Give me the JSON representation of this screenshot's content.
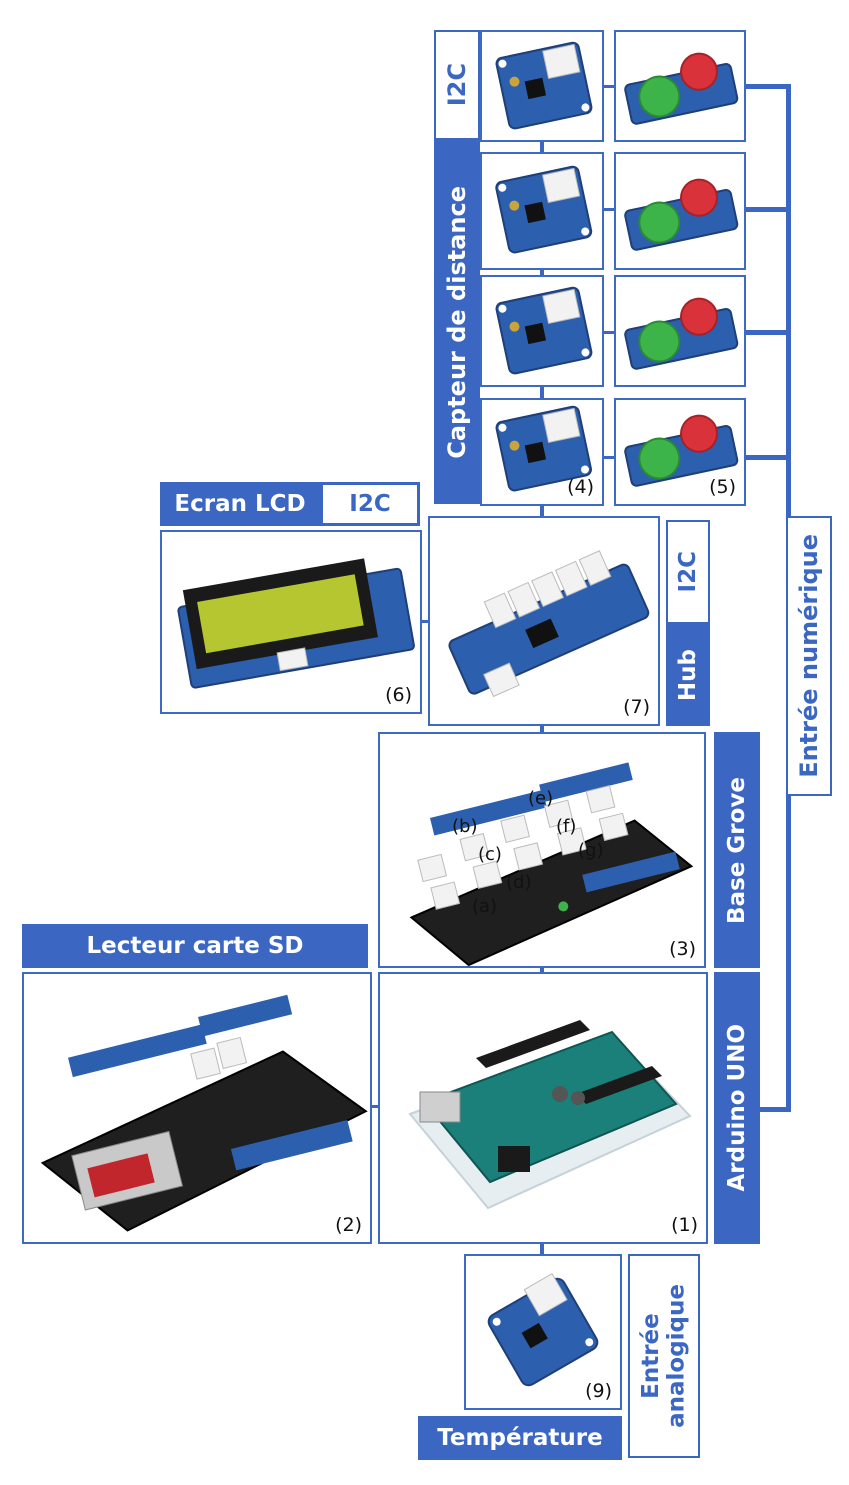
{
  "labels": {
    "i2c_top": "I2C",
    "capteur": "Capteur de distance",
    "ecran_lcd": "Ecran LCD",
    "ecran_i2c": "I2C",
    "hub_i2c": "I2C",
    "hub": "Hub",
    "entree_numerique": "Entrée numérique",
    "base_grove": "Base Grove",
    "lecteur_sd": "Lecteur carte SD",
    "arduino": "Arduino UNO",
    "entree_analogique_1": "Entrée",
    "entree_analogique_2": "analogique",
    "temperature": "Température"
  },
  "numbers": {
    "n1": "(1)",
    "n2": "(2)",
    "n3": "(3)",
    "n4": "(4)",
    "n5": "(5)",
    "n6": "(6)",
    "n7": "(7)",
    "n9": "(9)"
  },
  "ports": {
    "a": "(a)",
    "b": "(b)",
    "c": "(c)",
    "d": "(d)",
    "e": "(e)",
    "f": "(f)",
    "g": "(g)"
  },
  "colors": {
    "accent": "#3b67c3",
    "board_blue": "#2c5fae",
    "connector": "#f2f2f2",
    "button_green": "#3cb44a",
    "button_red": "#d9323a",
    "lcd_screen": "#b6c630"
  }
}
